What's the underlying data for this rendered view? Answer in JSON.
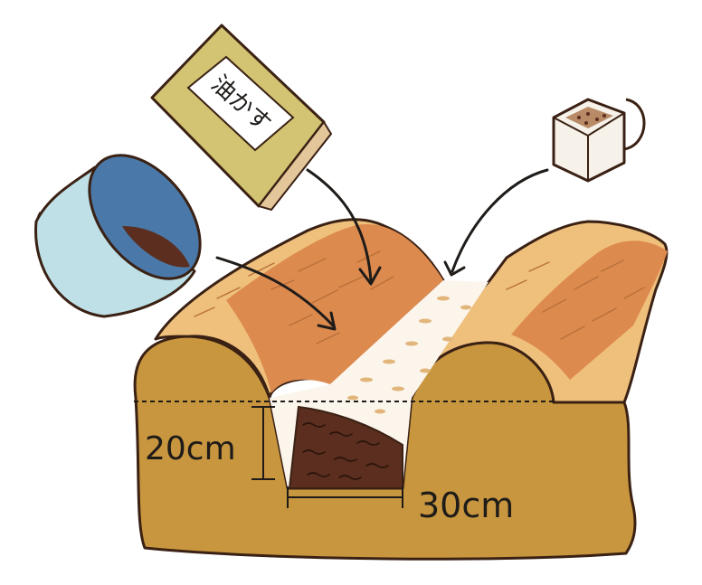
{
  "bag": {
    "label": "油かす"
  },
  "measurements": {
    "depth": "20cm",
    "width": "30cm"
  },
  "colors": {
    "soil": "#c8963e",
    "ridge_light": "#efc07c",
    "ridge_band": "#dd8a4e",
    "trench_fill": "#5b2e1f",
    "lime": "#fbf5ec",
    "bucket": "#bfe0e6",
    "bucket_inner": "#4a78a8",
    "bag": "#d2c472",
    "outline": "#3a2114"
  },
  "icons": [
    "fertilizer-bag-icon",
    "compost-bucket-icon",
    "lime-cup-icon"
  ]
}
